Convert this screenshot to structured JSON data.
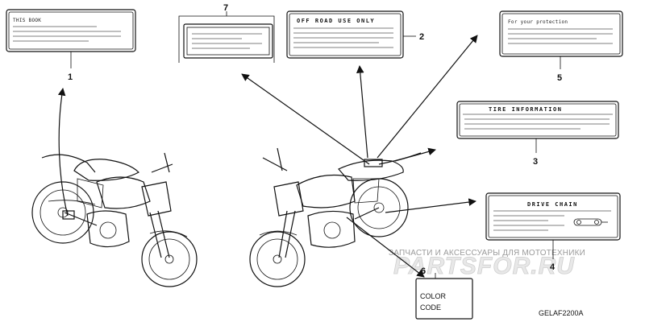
{
  "diagram": {
    "code": "GELAF2200A",
    "watermark": {
      "line": "ЗАПЧАСТИ И АКСЕССУАРЫ ДЛЯ МОТОТЕХНИКИ",
      "logo": "PARTSFOR.RU"
    },
    "callouts": [
      {
        "number": "1"
      },
      {
        "number": "2"
      },
      {
        "number": "3"
      },
      {
        "number": "4"
      },
      {
        "number": "5"
      },
      {
        "number": "6"
      },
      {
        "number": "7"
      }
    ],
    "labels": {
      "this_book": "THIS BOOK",
      "off_road": "OFF ROAD USE ONLY",
      "environment": "For your protection",
      "tire_info": "TIRE INFORMATION",
      "drive_chain": "DRIVE CHAIN",
      "color_line1": "COLOR",
      "color_line2": "CODE"
    }
  }
}
